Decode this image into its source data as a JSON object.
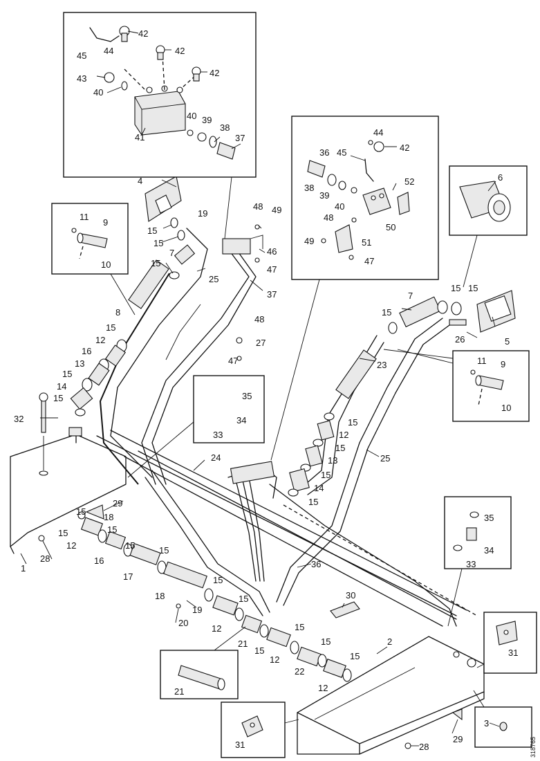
{
  "drawing_code": "318765",
  "labels": {
    "l1": "1",
    "l2": "2",
    "l3": "3",
    "l4": "4",
    "l5": "5",
    "l6": "6",
    "l7": "7",
    "l8": "8",
    "l9": "9",
    "l10": "10",
    "l11": "11",
    "l12": "12",
    "l13": "13",
    "l14": "14",
    "l15": "15",
    "l16": "16",
    "l17": "17",
    "l18": "18",
    "l19": "19",
    "l20": "20",
    "l21": "21",
    "l22": "22",
    "l23": "23",
    "l24": "24",
    "l25": "25",
    "l26": "26",
    "l27": "27",
    "l28": "28",
    "l29": "29",
    "l30": "30",
    "l31": "31",
    "l32": "32",
    "l33": "33",
    "l34": "34",
    "l35": "35",
    "l36": "36",
    "l37": "37",
    "l38": "38",
    "l39": "39",
    "l40": "40",
    "l41": "41",
    "l42": "42",
    "l43": "43",
    "l44": "44",
    "l45": "45",
    "l46": "46",
    "l47": "47",
    "l48": "48",
    "l49": "49",
    "l50": "50",
    "l51": "51",
    "l52": "52"
  }
}
